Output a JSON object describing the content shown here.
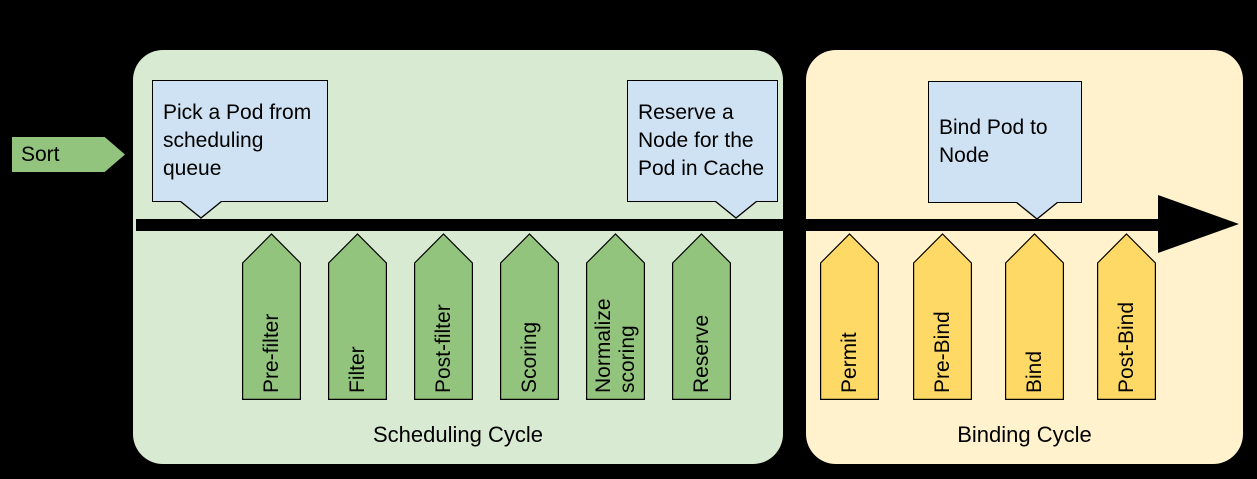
{
  "sort_label": "Sort",
  "colors": {
    "background": "#000000",
    "scheduling_container": "#d9ead3",
    "scheduling_arrow": "#93c47d",
    "binding_container": "#fff2cc",
    "binding_arrow": "#ffd966",
    "callout": "#cfe2f3",
    "timeline_arrow": "#000000"
  },
  "scheduling_cycle": {
    "label": "Scheduling Cycle",
    "callout_pick_pod": "Pick a Pod from\nscheduling\nqueue",
    "callout_reserve_node": "Reserve a\nNode for the\nPod in Cache",
    "plugins": [
      "Pre-filter",
      "Filter",
      "Post-filter",
      "Scoring",
      "Normalize\nscoring",
      "Reserve"
    ]
  },
  "binding_cycle": {
    "label": "Binding Cycle",
    "callout_bind_pod": "Bind Pod to\nNode",
    "plugins": [
      "Permit",
      "Pre-Bind",
      "Bind",
      "Post-Bind"
    ]
  }
}
